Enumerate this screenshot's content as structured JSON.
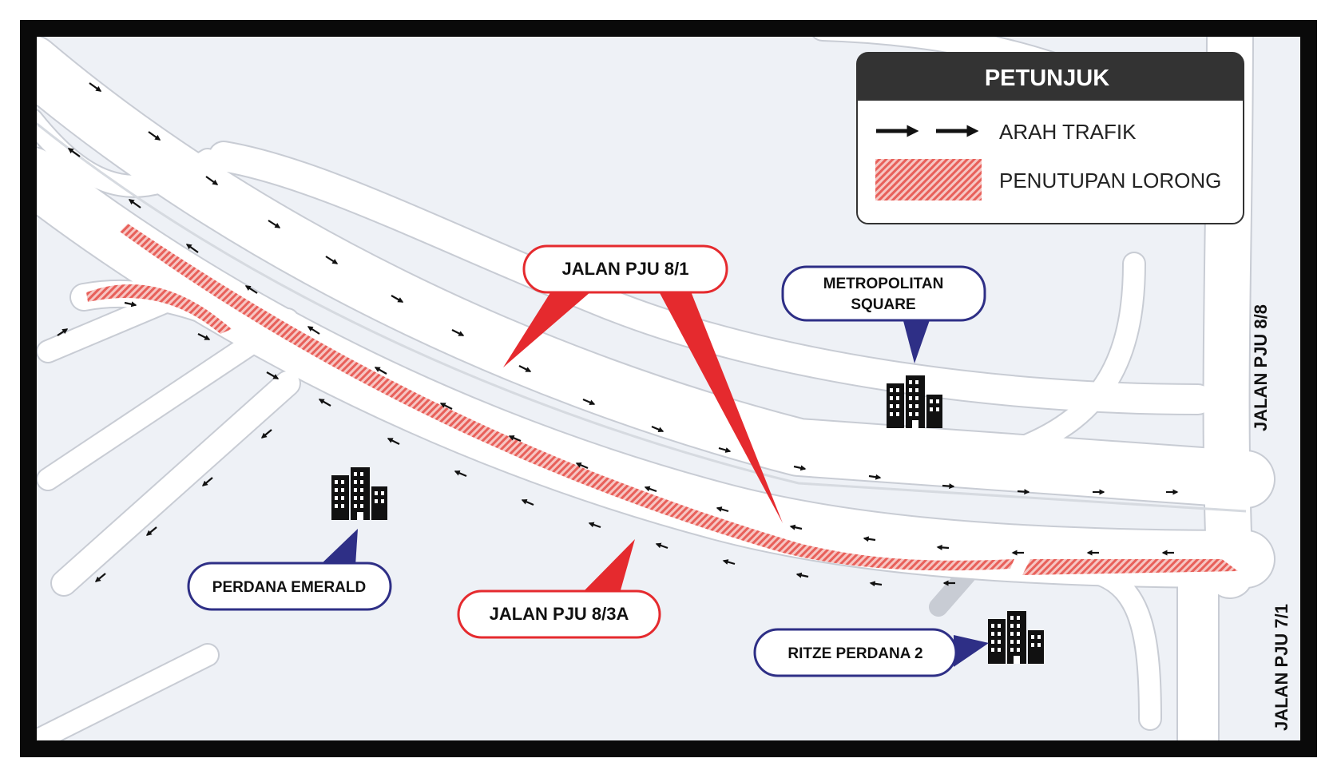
{
  "legend": {
    "title": "PETUNJUK",
    "traffic_label": "ARAH TRAFIK",
    "closure_label": "PENUTUPAN LORONG"
  },
  "roads": {
    "pju_8_1": "JALAN PJU 8/1",
    "pju_8_3a": "JALAN PJU 8/3A",
    "pju_8_8": "JALAN PJU 8/8",
    "pju_7_1": "JALAN PJU 7/1"
  },
  "buildings": {
    "metropolitan_line1": "METROPOLITAN",
    "metropolitan_line2": "SQUARE",
    "perdana_emerald": "PERDANA EMERALD",
    "ritze_perdana": "RITZE PERDANA 2"
  },
  "colors": {
    "frame": "#0a0a0a",
    "ground": "#eef1f6",
    "road": "#ffffff",
    "road_edge": "#c8ccd4",
    "closure": "#e8605a",
    "road_label_accent": "#e52a2e",
    "building_label_accent": "#2e2f86",
    "legend_header": "#333333"
  },
  "icons": {
    "traffic_arrow": "arrow-right-icon",
    "building": "building-icon"
  }
}
